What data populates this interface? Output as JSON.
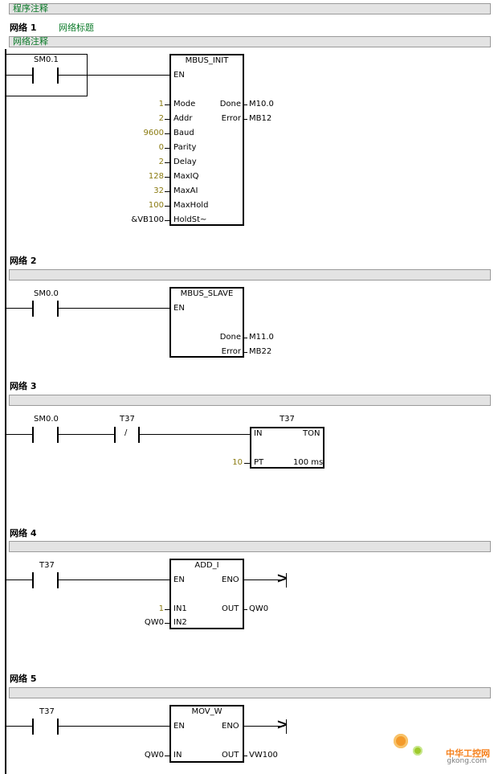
{
  "header": {
    "program_comment": "程序注释"
  },
  "networks": [
    {
      "label": "网络 1",
      "title": "网络标题",
      "comment": "网络注释",
      "contact": "SM0.1",
      "block": {
        "name": "MBUS_INIT",
        "en": "EN",
        "inputs": [
          {
            "pin": "Mode",
            "value": "1"
          },
          {
            "pin": "Addr",
            "value": "2"
          },
          {
            "pin": "Baud",
            "value": "9600"
          },
          {
            "pin": "Parity",
            "value": "0"
          },
          {
            "pin": "Delay",
            "value": "2"
          },
          {
            "pin": "MaxIQ",
            "value": "128"
          },
          {
            "pin": "MaxAI",
            "value": "32"
          },
          {
            "pin": "MaxHold",
            "value": "100"
          },
          {
            "pin": "HoldSt~",
            "value": "&VB100"
          }
        ],
        "outputs": [
          {
            "pin": "Done",
            "value": "M10.0"
          },
          {
            "pin": "Error",
            "value": "MB12"
          }
        ]
      }
    },
    {
      "label": "网络 2",
      "contact": "SM0.0",
      "block": {
        "name": "MBUS_SLAVE",
        "en": "EN",
        "outputs": [
          {
            "pin": "Done",
            "value": "M11.0"
          },
          {
            "pin": "Error",
            "value": "MB22"
          }
        ]
      }
    },
    {
      "label": "网络 3",
      "contact1": "SM0.0",
      "contact2": "T37",
      "contact2_symbol": "/",
      "block": {
        "top_label": "T37",
        "in": "IN",
        "type": "TON",
        "pt_pin": "PT",
        "pt_value": "10",
        "unit": "100 ms"
      }
    },
    {
      "label": "网络 4",
      "contact": "T37",
      "block": {
        "name": "ADD_I",
        "en": "EN",
        "eno": "ENO",
        "in1_pin": "IN1",
        "in1_value": "1",
        "in2_pin": "IN2",
        "in2_value": "QW0",
        "out_pin": "OUT",
        "out_value": "QW0"
      }
    },
    {
      "label": "网络 5",
      "contact": "T37",
      "block": {
        "name": "MOV_W",
        "en": "EN",
        "eno": "ENO",
        "in_pin": "IN",
        "in_value": "QW0",
        "out_pin": "OUT",
        "out_value": "VW100"
      }
    }
  ],
  "watermark": {
    "brand": "中华工控网",
    "site": "gkong.com"
  },
  "colors": {
    "comment_green": "#0a7a28",
    "value_olive": "#8a7a10",
    "bar_gray": "#e3e3e3"
  }
}
